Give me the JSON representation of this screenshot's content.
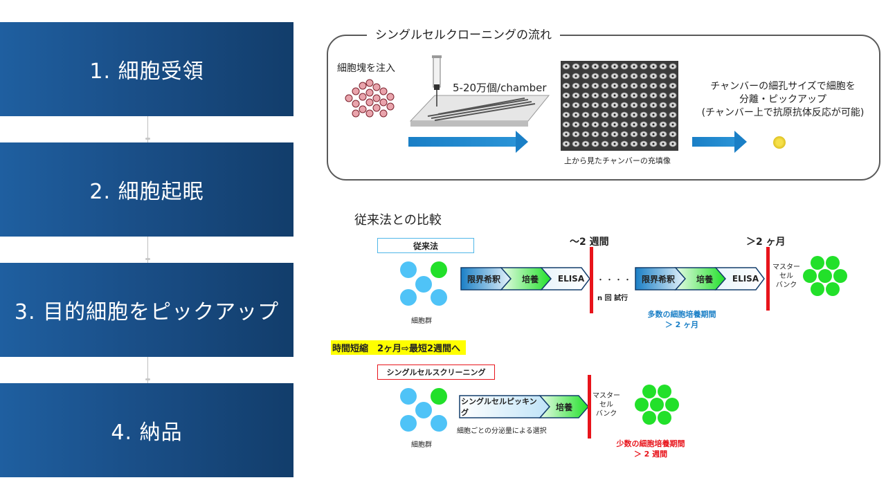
{
  "steps": [
    {
      "label": "1. 細胞受領"
    },
    {
      "label": "2. 細胞起眠"
    },
    {
      "label": "3. 目的細胞をピックアップ"
    },
    {
      "label": "4. 納品"
    }
  ],
  "flow": {
    "title": "シングルセルクローニングの流れ",
    "inject_label": "細胞塊を注入",
    "amount_label": "5-20万個/chamber",
    "chamber_caption": "上から見たチャンバーの充填像",
    "desc_line1": "チャンバーの細孔サイズで細胞を",
    "desc_line2": "分離・ピックアップ",
    "desc_line3": "(チャンバー上で抗原抗体反応が可能)"
  },
  "compare": {
    "title": "従来法との比較",
    "conventional": {
      "tag": "従来法",
      "cells_label": "細胞群",
      "seg1": "限界希釈",
      "seg2": "培養",
      "seg3": "ELISA",
      "weeks2": "～2 週間",
      "dots": "・・・・・・",
      "repeat": "n 回 試行",
      "seg4": "限界希釈",
      "seg5": "培養",
      "seg6": "ELISA",
      "months2": "＞2 ヶ月",
      "bank": "マスター\nセル\nバンク",
      "period_line1": "多数の細胞培養期間",
      "period_line2": "＞ 2 ヶ月"
    },
    "highlight": "時間短縮　2ヶ月⇨最短2週間へ",
    "single": {
      "tag": "シングルセルスクリーニング",
      "cells_label": "細胞群",
      "seg1": "シングルセルピッキング",
      "seg2": "培養",
      "select_label": "細胞ごとの分泌量による選択",
      "bank": "マスター\nセル\nバンク",
      "period_line1": "少数の細胞培養期間",
      "period_line2": "＞ 2 週間"
    }
  },
  "colors": {
    "step_blue": "#1a4f88",
    "arrow_blue": "#1a7fc6",
    "red": "#e8141b",
    "green": "#22e02a",
    "light_blue": "#4fc3f7",
    "highlight_yellow": "#ffff00",
    "period_blue": "#1a7fc6"
  }
}
